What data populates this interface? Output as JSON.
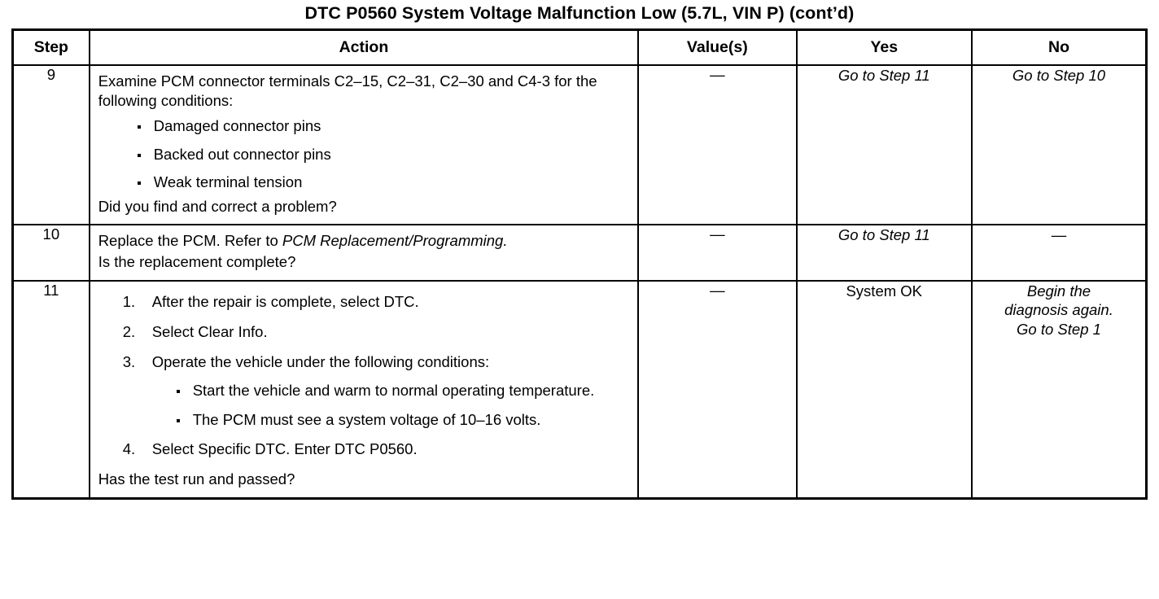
{
  "document": {
    "title": "DTC P0560 System Voltage Malfunction Low (5.7L, VIN P) (cont’d)"
  },
  "table": {
    "headers": {
      "step": "Step",
      "action": "Action",
      "value": "Value(s)",
      "yes": "Yes",
      "no": "No"
    },
    "rows": [
      {
        "step": "9",
        "action": {
          "lead": "Examine PCM connector terminals C2–15, C2–31, C2–30 and C4-3 for the following conditions:",
          "bullets": [
            "Damaged connector pins",
            "Backed out connector pins",
            "Weak terminal tension"
          ],
          "question": "Did you find and correct a problem?"
        },
        "value": "—",
        "yes": "Go to Step 11",
        "no": "Go to Step 10"
      },
      {
        "step": "10",
        "action": {
          "lead_plain": "Replace the PCM. Refer to ",
          "lead_italic": "PCM Replacement/Programming.",
          "question": "Is the replacement complete?"
        },
        "value": "—",
        "yes": "Go to Step 11",
        "no": "—"
      },
      {
        "step": "11",
        "action": {
          "items": [
            "After the repair is complete, select DTC.",
            "Select Clear Info.",
            "Operate the vehicle under the following conditions:",
            "Select Specific DTC. Enter DTC P0560."
          ],
          "subbullets": [
            "Start the vehicle and warm to normal operating temperature.",
            "The PCM must see a system voltage of 10–16  volts."
          ],
          "question": "Has the test run and passed?"
        },
        "value": "—",
        "yes": "System OK",
        "no_line1": "Begin the",
        "no_line2": "diagnosis again.",
        "no_line3": "Go to Step 1"
      }
    ]
  }
}
